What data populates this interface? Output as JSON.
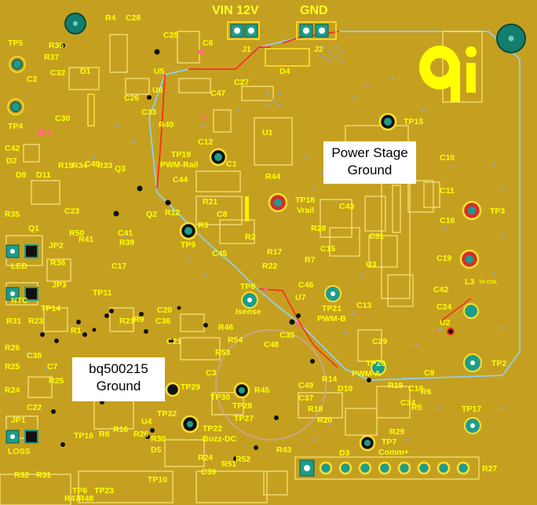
{
  "board": {
    "header": {
      "vin": "VIN 12V",
      "gnd": "GND"
    },
    "callouts": {
      "power_stage": [
        "Power Stage",
        "Ground"
      ],
      "bq500215": [
        "bq500215",
        "Ground"
      ]
    },
    "logo": {
      "name": "qi-logo-icon"
    },
    "labels": {
      "tp5": "TP5",
      "r36": "R36",
      "r37": "R37",
      "r4": "R4",
      "c28": "C28",
      "c25": "C25",
      "c6": "C6",
      "j1": "J1",
      "j2": "J2",
      "d4": "D4",
      "c2": "C2",
      "c32": "C32",
      "d1": "D1",
      "u5": "U5",
      "c26": "C26",
      "c27": "C27",
      "u6": "U6",
      "c47": "C47",
      "c33": "C33",
      "c30": "C30",
      "tp4": "TP4",
      "r40": "R40",
      "u1": "U1",
      "tp15": "TP15",
      "c12": "C12",
      "tp19": "TP19",
      "pwm_rail": "PWM-Rail",
      "c1": "C1",
      "c10": "C10",
      "c42a": "C42",
      "d2": "D2",
      "d9": "D9",
      "d11": "D11",
      "r19a": "R19",
      "r34": "R34",
      "c40": "C40",
      "r33": "R33",
      "q3": "Q3",
      "c44": "C44",
      "r44": "R44",
      "tp18": "TP18",
      "vrail": "Vrail",
      "c11": "C11",
      "c43": "C43",
      "c16": "C16",
      "tp3": "TP3",
      "r21": "R21",
      "c8": "C8",
      "q2": "Q2",
      "r12": "R12",
      "r3": "R3",
      "c23": "C23",
      "r35": "R35",
      "q1": "Q1",
      "r50": "R50",
      "c41": "C41",
      "r39": "R39",
      "tp9": "TP9",
      "r2": "R2",
      "r28": "R28",
      "c31": "C31",
      "c45": "C45",
      "jp2": "JP2",
      "r41": "R41",
      "r17": "R17",
      "c15": "C15",
      "c19": "C19",
      "u3": "U3",
      "led": "LED",
      "r36b": "R36",
      "c17": "C17",
      "r22": "R22",
      "r7": "R7",
      "l3": "L3",
      "tx_coil": "TX COIL",
      "jp3": "JP3",
      "tp8": "TP8",
      "c46": "C46",
      "c42b": "C42",
      "c24": "C24",
      "ntc": "NTC",
      "tp11": "TP11",
      "isense": "Isense",
      "u7": "U7",
      "tp21": "TP21",
      "c13": "C13",
      "tp14": "TP14",
      "c20": "C20",
      "pwm_b": "PWM-B",
      "r31": "R31",
      "r23": "R23",
      "r21b": "R21",
      "r9": "R9",
      "c36": "C36",
      "r46": "R46",
      "c35": "C35",
      "u2": "U2",
      "r1": "R1",
      "r54": "R54",
      "c48": "C48",
      "c29": "C29",
      "r26": "R26",
      "c38": "C38",
      "c21": "C21",
      "r53": "R53",
      "tp20": "TP20",
      "c7": "C7",
      "r25a": "R25",
      "r25b": "R25",
      "pwm_a": "PWM-A",
      "c9": "C9",
      "c3": "C3",
      "tp29": "TP29",
      "r45": "R45",
      "c49": "C49",
      "r14": "R14",
      "d10": "D10",
      "r19b": "R19",
      "c18": "C18",
      "tp2": "TP2",
      "r24a": "R24",
      "c22": "C22",
      "tp30": "TP30",
      "tp28": "TP28",
      "c37": "C37",
      "r18": "R18",
      "c34": "C34",
      "r6": "R6",
      "r5": "R5",
      "tp32": "TP32",
      "tp27": "TP27",
      "r20": "R20",
      "tp17": "TP17",
      "jp1": "JP1",
      "tp16": "TP16",
      "r8": "R8",
      "r16": "R16",
      "u4": "U4",
      "r26b": "R26",
      "tp22": "TP22",
      "buzz_dc": "Buzz-DC",
      "r29": "R29",
      "loss": "LOSS",
      "r30": "R30",
      "d5": "D5",
      "r43": "R43",
      "tp7": "TP7",
      "comm_plus": "Comm+",
      "d3": "D3",
      "r24b": "R24",
      "r51": "R51",
      "r27": "R27",
      "c39": "C39",
      "r52": "R52",
      "tp10": "TP10",
      "r32": "R32",
      "r31b": "R31",
      "tp6": "TP6",
      "tp23": "TP23",
      "r47": "R47",
      "r48": "R48"
    }
  }
}
